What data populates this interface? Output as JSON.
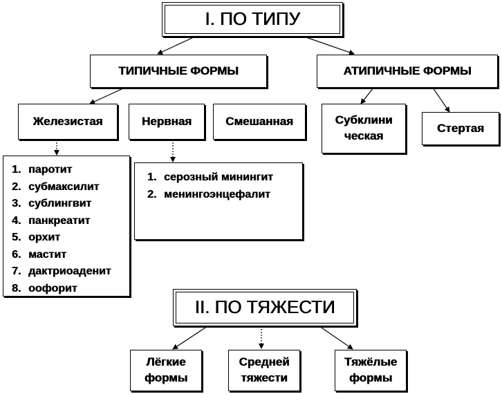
{
  "titles": {
    "by_type": "I. ПО ТИПУ",
    "by_severity": "II. ПО ТЯЖЕСТИ"
  },
  "type_groups": {
    "typical": "ТИПИЧНЫЕ ФОРМЫ",
    "atypical": "АТИПИЧНЫЕ ФОРМЫ"
  },
  "typical_forms": {
    "glandular": "Железистая",
    "nervous": "Нервная",
    "mixed": "Смешанная"
  },
  "atypical_forms": {
    "subclinical": "Субклини\nческая",
    "erased": "Стертая"
  },
  "glandular_list": [
    {
      "num": "1.",
      "label": "паротит"
    },
    {
      "num": "2.",
      "label": "субмаксилит"
    },
    {
      "num": "3.",
      "label": "сублингвит"
    },
    {
      "num": "4.",
      "label": "панкреатит"
    },
    {
      "num": "5.",
      "label": "орхит"
    },
    {
      "num": "6.",
      "label": "мастит"
    },
    {
      "num": "7.",
      "label": "дактриоаденит"
    },
    {
      "num": "8.",
      "label": "оофорит"
    }
  ],
  "nervous_list": [
    {
      "num": "1.",
      "label": "серозный минингит"
    },
    {
      "num": "2.",
      "label": "менингоэнцефалит"
    }
  ],
  "severity_forms": {
    "mild": "Лёгкие\nформы",
    "moderate": "Средней\nтяжести",
    "severe": "Тяжёлые\nформы"
  }
}
